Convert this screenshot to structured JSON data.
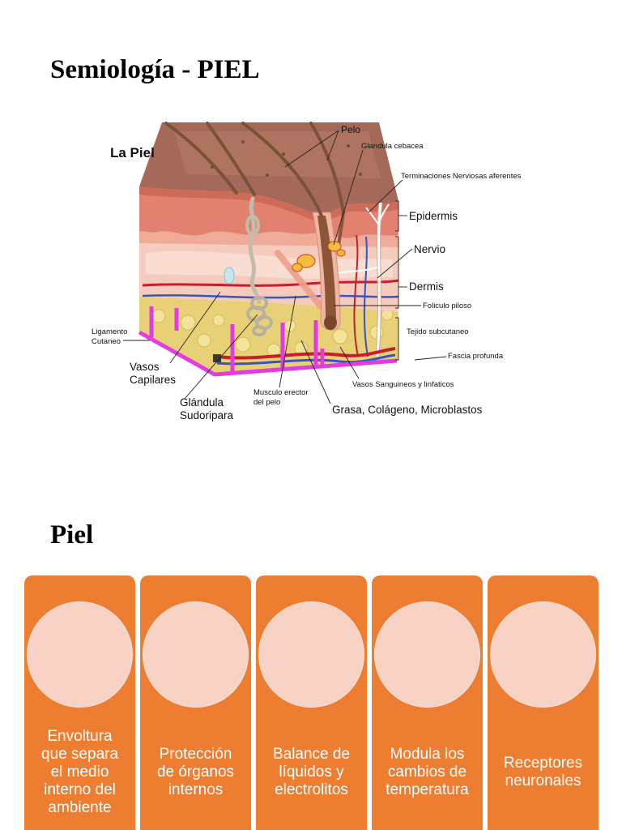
{
  "document": {
    "title": "Semiología - PIEL",
    "section_title": "Piel"
  },
  "diagram": {
    "title": "La Piel",
    "labels": {
      "pelo": "Pelo",
      "glandula_cebacea": "Glandula cebacea",
      "terminaciones": "Terminaciones Nerviosas aferentes",
      "epidermis": "Epidermis",
      "nervio": "Nervio",
      "dermis": "Dermis",
      "foliculo": "Foliculo piloso",
      "tejido": "Tejido subcutaneo",
      "fascia": "Fascia profunda",
      "vasos_sanguineos": "Vasos Sanguineos y linfaticos",
      "grasa": "Grasa, Colágeno, Microblastos",
      "musculo": [
        "Musculo erector",
        "del pelo"
      ],
      "glandula_sudoripara": [
        "Glándula",
        "Sudoripara"
      ],
      "vasos_capilares": [
        "Vasos",
        "Capilares"
      ],
      "ligamento": [
        "Ligamento",
        "Cutaneo"
      ]
    }
  },
  "cards": [
    {
      "lines": [
        "Envoltura",
        "que separa",
        "el medio",
        "interno del",
        "ambiente"
      ]
    },
    {
      "lines": [
        "Protección",
        "de órganos",
        "internos"
      ]
    },
    {
      "lines": [
        "Balance de",
        "líquidos y",
        "electrolitos"
      ]
    },
    {
      "lines": [
        "Modula los",
        "cambios de",
        "temperatura"
      ]
    },
    {
      "lines": [
        "Receptores",
        "neuronales"
      ]
    }
  ],
  "colors": {
    "card": "#ed7d31",
    "circle": "#f8d3c5",
    "card_text": "#ffffff"
  }
}
